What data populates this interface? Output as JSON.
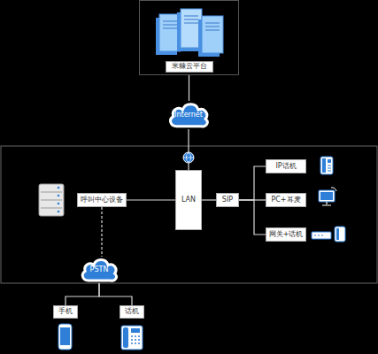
{
  "diagram": {
    "nodes": [
      {
        "text": [
          "米糠云平台"
        ]
      },
      {
        "text": [
          "Internet"
        ]
      },
      {
        "text": [
          "呼叫中心设备"
        ]
      },
      {
        "text": [
          "LAN"
        ]
      },
      {
        "text": [
          "SIP"
        ]
      },
      {
        "text": [
          "IP话机"
        ]
      },
      {
        "text": [
          "PC+耳麦"
        ]
      },
      {
        "text": [
          "网关+话机"
        ]
      },
      {
        "text": [
          "PSTN"
        ]
      },
      {
        "text": [
          "手机"
        ]
      },
      {
        "text": [
          "话机"
        ]
      }
    ],
    "edges": [
      {
        "from": 0,
        "to": 1,
        "arrow": "none"
      },
      {
        "from": 1,
        "to": 3,
        "arrow": "none"
      },
      {
        "from": 2,
        "to": 3,
        "arrow": "none"
      },
      {
        "from": 3,
        "to": 4,
        "arrow": "none"
      },
      {
        "from": 4,
        "to": 5,
        "arrow": "none"
      },
      {
        "from": 4,
        "to": 6,
        "arrow": "none"
      },
      {
        "from": 4,
        "to": 7,
        "arrow": "none"
      },
      {
        "from": 2,
        "to": 8,
        "arrow": "none"
      },
      {
        "from": 8,
        "to": 9,
        "arrow": "none"
      },
      {
        "from": 8,
        "to": 10,
        "arrow": "none"
      }
    ]
  }
}
